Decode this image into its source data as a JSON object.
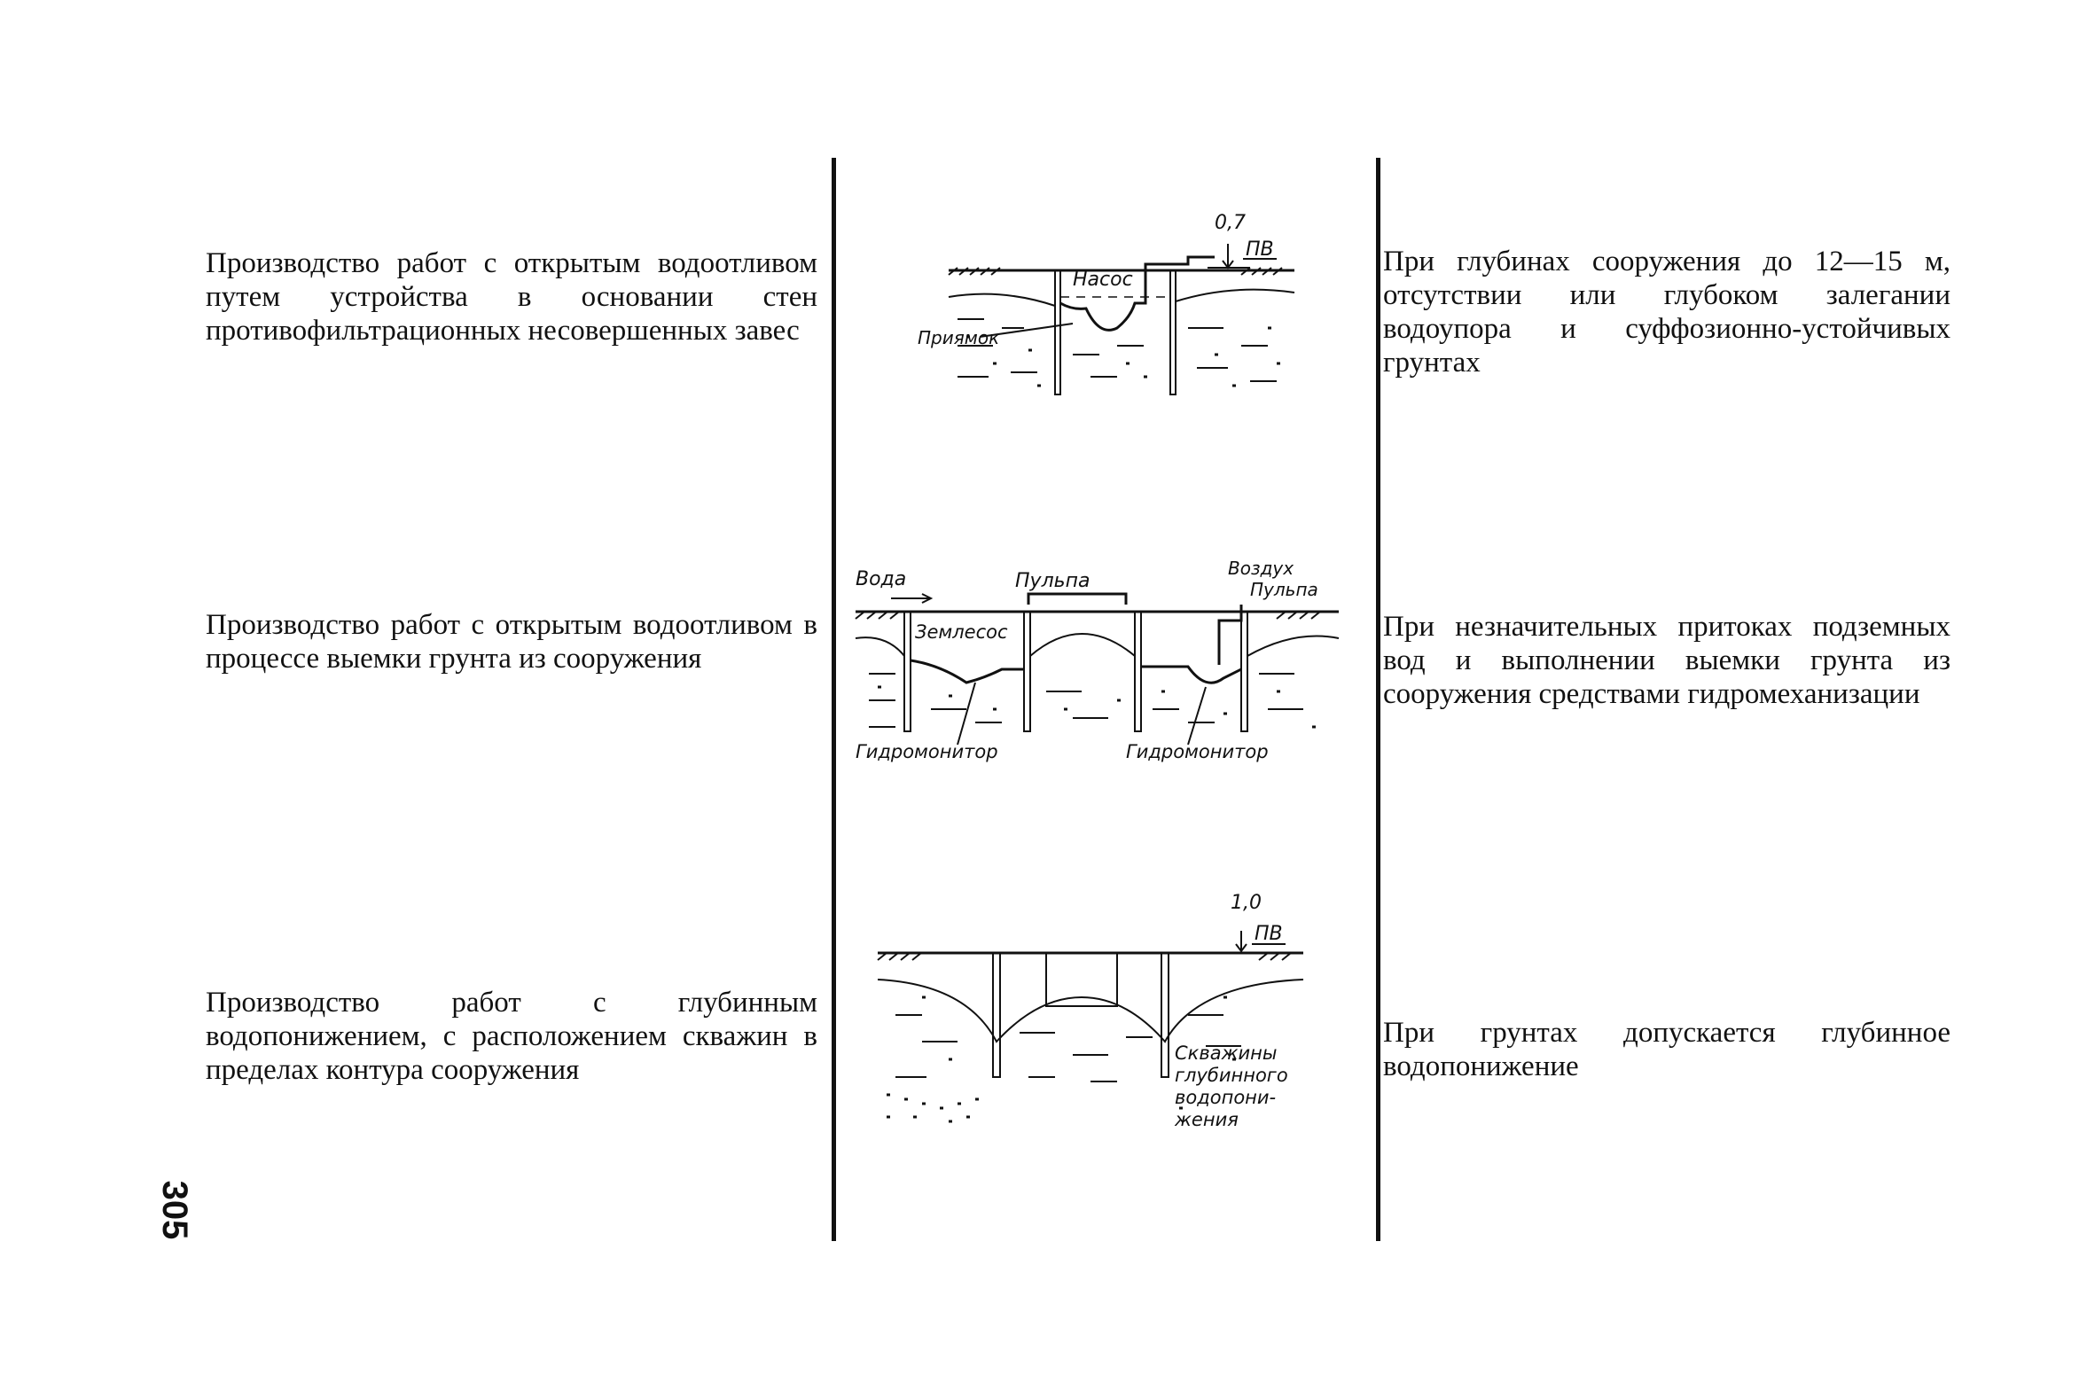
{
  "page_number": "305",
  "rows": [
    {
      "method": "Производство работ с открытым водоотливом путем устройства в основании стен противофильтрационных несовершенных завес",
      "conditions": "При глубинах сооружения до 12—15 м, отсутствии или глубоком залегании водоупора и суффозионно-устойчивых грунтах",
      "figure_labels": {
        "pump": "Насос",
        "sump": "Приямок",
        "dim": "0,7",
        "gwl": "ПВ"
      }
    },
    {
      "method": "Производство работ с открытым водоотливом в процессе выемки грунта из сооружения",
      "conditions": "При незначительных притоках подземных вод и выполнении выемки грунта из сооружения средствами гидромеханизации",
      "figure_labels": {
        "water": "Вода",
        "pulp": "Пульпа",
        "air": "Воздух",
        "pulp2": "Пульпа",
        "dredge": "Землесос",
        "monitor1": "Гидромонитор",
        "monitor2": "Гидромонитор"
      }
    },
    {
      "method": "Производство работ с глубинным водопонижением, с расположением скважин в пределах контура сооружения",
      "conditions": "При грунтах допускается глубинное водопонижение",
      "figure_labels": {
        "dim": "1,0",
        "gwl": "ПВ",
        "wells_1": "Скважины",
        "wells_2": "глубинного",
        "wells_3": "водопони-",
        "wells_4": "жения"
      }
    }
  ]
}
